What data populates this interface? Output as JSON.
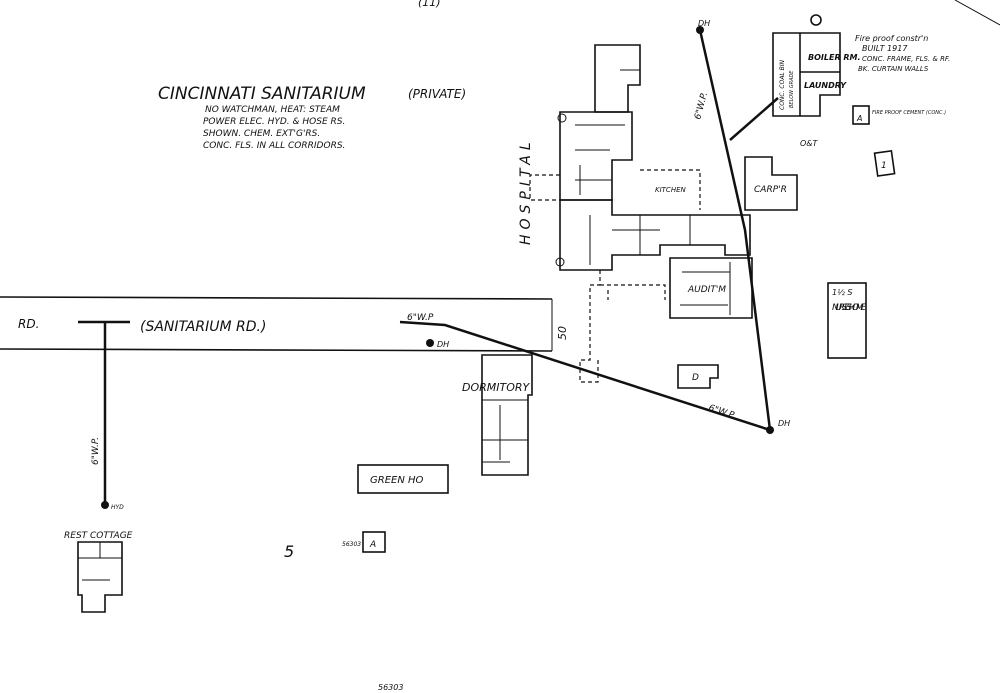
{
  "map": {
    "top_label": "(11)",
    "title": "CINCINNATI SANITARIUM",
    "title_note": "(PRIVATE)",
    "notes": [
      "NO WATCHMAN, HEAT: STEAM",
      "POWER ELEC. HYD. & HOSE RS.",
      "SHOWN. CHEM. EXT'G'RS.",
      "CONC. FLS. IN ALL CORRIDORS."
    ],
    "road_label_left": "RD.",
    "road_label": "(SANITARIUM RD.)",
    "road_width": "50",
    "pipes": {
      "left": "6\"W.P.",
      "upper": "6\"W.P.",
      "mid": "6\"W.P",
      "lower": "6\"W.P."
    },
    "hydrants": {
      "top": "DH",
      "road": "DH",
      "right": "DH",
      "left": "HYD"
    },
    "buildings": {
      "hospital": "HOSPITAL",
      "kitchen": "KITCHEN",
      "dormitory": "DORMITORY",
      "green_house": "GREEN HO",
      "rest_cottage": "REST COTTAGE",
      "auditorium": "AUDIT'M",
      "carpenter": "CARP'R",
      "nurses_home": "NURSES HOME",
      "nurses_stories": "1½ S",
      "boiler": "BOILER RM.",
      "laundry": "LAUNDRY",
      "coal_bin": "CONC. COAL BIN",
      "coal_note": "BELOW GRADE",
      "outbuilding_d": "D",
      "outbuilding_a": "A",
      "outbuilding_a2": "A",
      "box_one": "1"
    },
    "boiler_note": [
      "Fire proof constr'n",
      "BUILT 1917",
      "CONC. FRAME, FLS. & RF.",
      "BK. CURTAIN WALLS"
    ],
    "a_note": "FIRE PROOF CEMENT (CONC.)",
    "oat_label": "O&T",
    "block_number": "5",
    "small_label": "56303",
    "bottom_label": "56303"
  }
}
